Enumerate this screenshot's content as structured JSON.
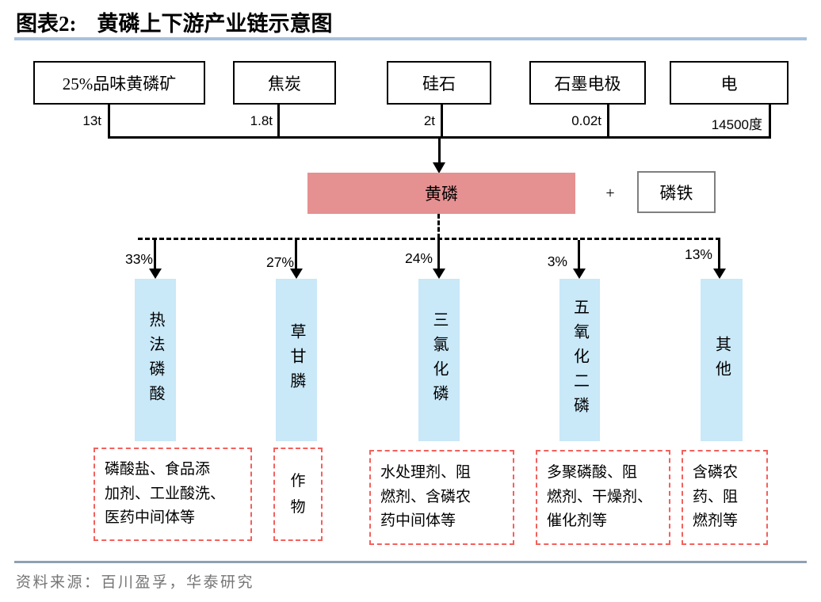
{
  "title": {
    "prefix": "图表2:",
    "text": "黄磷上下游产业链示意图"
  },
  "upstream": [
    {
      "label": "25%品味黄磷矿",
      "amount": "13t"
    },
    {
      "label": "焦炭",
      "amount": "1.8t"
    },
    {
      "label": "硅石",
      "amount": "2t"
    },
    {
      "label": "石墨电极",
      "amount": "0.02t"
    },
    {
      "label": "电",
      "amount": "14500度"
    }
  ],
  "product": {
    "label": "黄磷",
    "plus_sign": "+",
    "byproduct": "磷铁"
  },
  "downstream": [
    {
      "share": "33%",
      "name": "热法磷酸",
      "applications": "磷酸盐、食品添\n加剂、工业酸洗、\n医药中间体等"
    },
    {
      "share": "27%",
      "name": "草甘膦",
      "applications": "作\n物"
    },
    {
      "share": "24%",
      "name": "三氯化磷",
      "applications": "水处理剂、阻\n燃剂、含磷农\n药中间体等"
    },
    {
      "share": "3%",
      "name": "五氧化二磷",
      "applications": "多聚磷酸、阻\n燃剂、干燥剂、\n催化剂等"
    },
    {
      "share": "13%",
      "name": "其他",
      "applications": "含磷农\n药、阻\n燃剂等"
    }
  ],
  "source": "资料来源：百川盈孚，华泰研究",
  "colors": {
    "product-fill": "#E59091",
    "column-fill": "#C9E8F8",
    "app-border": "#F4605C",
    "title-rule": "#A7C2DB",
    "footer-rule": "#8FA0B2",
    "footer-text": "#757575",
    "byproduct-border": "#7F7F7F",
    "line": "#000000"
  }
}
